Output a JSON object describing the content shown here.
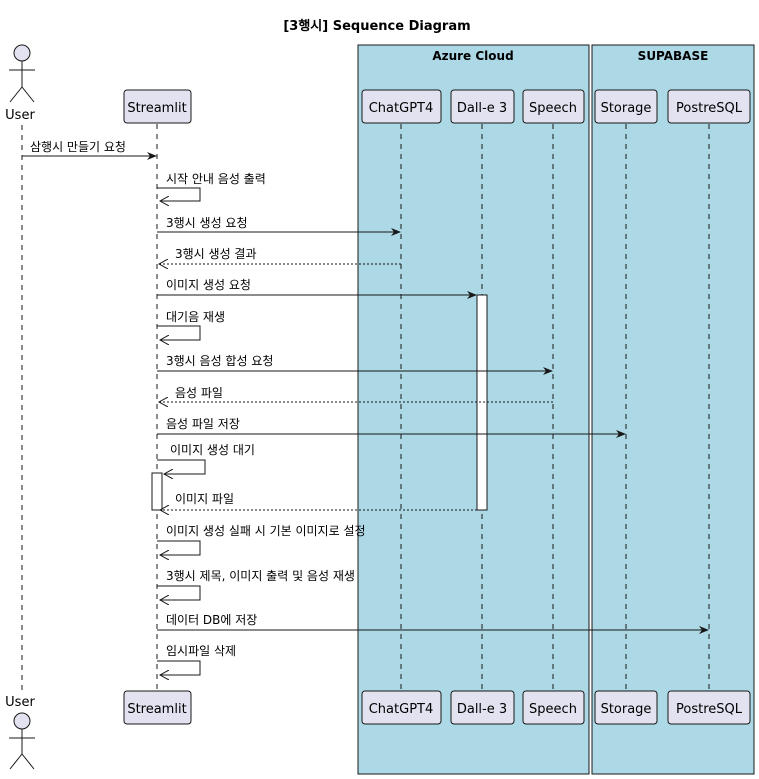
{
  "title": "[3행시] Sequence Diagram",
  "groups": [
    {
      "id": "azure",
      "label": "Azure Cloud"
    },
    {
      "id": "supabase",
      "label": "SUPABASE"
    }
  ],
  "participants": [
    {
      "id": "user",
      "label": "User",
      "kind": "actor"
    },
    {
      "id": "streamlit",
      "label": "Streamlit",
      "kind": "box"
    },
    {
      "id": "chatgpt",
      "label": "ChatGPT4",
      "kind": "box",
      "group": "azure"
    },
    {
      "id": "dalle",
      "label": "Dall-e 3",
      "kind": "box",
      "group": "azure"
    },
    {
      "id": "speech",
      "label": "Speech",
      "kind": "box",
      "group": "azure"
    },
    {
      "id": "storage",
      "label": "Storage",
      "kind": "box",
      "group": "supabase"
    },
    {
      "id": "postgres",
      "label": "PostreSQL",
      "kind": "box",
      "group": "supabase"
    }
  ],
  "messages": [
    {
      "from": "user",
      "to": "streamlit",
      "label": "삼행시 만들기 요청",
      "style": "solid"
    },
    {
      "from": "streamlit",
      "to": "streamlit",
      "label": "시작 안내 음성 출력",
      "style": "self"
    },
    {
      "from": "streamlit",
      "to": "chatgpt",
      "label": "3행시 생성 요청",
      "style": "solid"
    },
    {
      "from": "chatgpt",
      "to": "streamlit",
      "label": "3행시 생성 결과",
      "style": "dashed"
    },
    {
      "from": "streamlit",
      "to": "dalle",
      "label": "이미지 생성 요청",
      "style": "solid"
    },
    {
      "from": "streamlit",
      "to": "streamlit",
      "label": "대기음 재생",
      "style": "self"
    },
    {
      "from": "streamlit",
      "to": "speech",
      "label": "3행시 음성 합성 요청",
      "style": "solid"
    },
    {
      "from": "speech",
      "to": "streamlit",
      "label": "음성 파일",
      "style": "dashed"
    },
    {
      "from": "streamlit",
      "to": "storage",
      "label": "음성 파일 저장",
      "style": "solid"
    },
    {
      "from": "streamlit",
      "to": "streamlit",
      "label": "이미지 생성 대기",
      "style": "self"
    },
    {
      "from": "dalle",
      "to": "streamlit",
      "label": "이미지 파일",
      "style": "dashed"
    },
    {
      "from": "streamlit",
      "to": "streamlit",
      "label": "이미지 생성 실패 시 기본 이미지로 설정",
      "style": "self"
    },
    {
      "from": "streamlit",
      "to": "streamlit",
      "label": "3행시 제목, 이미지 출력 및 음성 재생",
      "style": "self"
    },
    {
      "from": "streamlit",
      "to": "postgres",
      "label": "데이터 DB에 저장",
      "style": "solid"
    },
    {
      "from": "streamlit",
      "to": "streamlit",
      "label": "임시파일 삭제",
      "style": "self"
    }
  ],
  "colors": {
    "group_fill": "#add8e6",
    "participant_fill": "#e2e2f0",
    "participant_stroke": "#181818",
    "lifeline": "#181818",
    "arrow": "#181818"
  }
}
